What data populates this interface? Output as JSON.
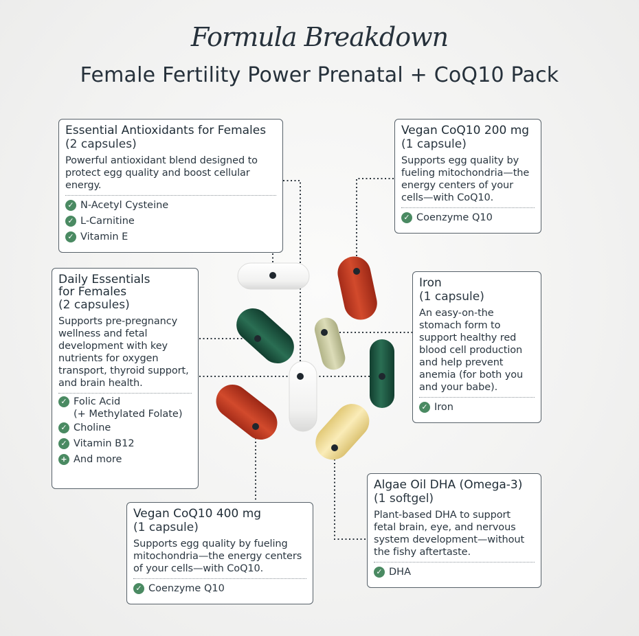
{
  "header": {
    "script_title": "Formula Breakdown",
    "title": "Female Fertility Power Prenatal + CoQ10 Pack"
  },
  "colors": {
    "text": "#26313b",
    "check": "#4a8a62",
    "red_capsule": "#c23a22",
    "green_capsule": "#1e5a44",
    "softgel": "#eedc9a",
    "sage_capsule": "#c9caa0"
  },
  "cards": {
    "antioxidants": {
      "title": "Essential Antioxidants for Females",
      "sub": "(2 capsules)",
      "desc": "Powerful antioxidant blend designed to protect egg quality and boost cellular energy.",
      "items": [
        {
          "icon": "check-icon",
          "glyph": "✓",
          "label": "N-Acetyl Cysteine"
        },
        {
          "icon": "check-icon",
          "glyph": "✓",
          "label": "L-Carnitine"
        },
        {
          "icon": "check-icon",
          "glyph": "✓",
          "label": "Vitamin E"
        }
      ]
    },
    "coq10_200": {
      "title": "Vegan CoQ10 200 mg",
      "sub": "(1 capsule)",
      "desc": "Supports egg quality by fueling mitochondria—the energy centers of your cells—with CoQ10.",
      "items": [
        {
          "icon": "check-icon",
          "glyph": "✓",
          "label": "Coenzyme Q10"
        }
      ]
    },
    "daily": {
      "title": "Daily Essentials\nfor Females",
      "sub": "(2 capsules)",
      "desc": "Supports pre-pregnancy wellness and fetal development with key nutrients for oxygen transport, thyroid support, and brain health.",
      "items": [
        {
          "icon": "check-icon",
          "glyph": "✓",
          "label": "Folic Acid\n(+ Methylated Folate)"
        },
        {
          "icon": "check-icon",
          "glyph": "✓",
          "label": "Choline"
        },
        {
          "icon": "check-icon",
          "glyph": "✓",
          "label": "Vitamin B12"
        },
        {
          "icon": "plus-icon",
          "glyph": "+",
          "label": "And more"
        }
      ]
    },
    "iron": {
      "title": "Iron",
      "sub": "(1 capsule)",
      "desc": "An easy-on-the stomach form to support healthy red blood cell production and help prevent anemia (for both you and your babe).",
      "items": [
        {
          "icon": "check-icon",
          "glyph": "✓",
          "label": "Iron"
        }
      ]
    },
    "dha": {
      "title": "Algae Oil DHA (Omega-3)",
      "sub": "(1 softgel)",
      "desc": "Plant-based DHA to support fetal brain, eye, and nervous system development—without the fishy aftertaste.",
      "items": [
        {
          "icon": "check-icon",
          "glyph": "✓",
          "label": "DHA"
        }
      ]
    },
    "coq10_400": {
      "title": "Vegan CoQ10 400 mg",
      "sub": "(1 capsule)",
      "desc": "Supports egg quality by fueling mitochondria—the energy centers of your cells—with CoQ10.",
      "items": [
        {
          "icon": "check-icon",
          "glyph": "✓",
          "label": "Coenzyme Q10"
        }
      ]
    }
  }
}
